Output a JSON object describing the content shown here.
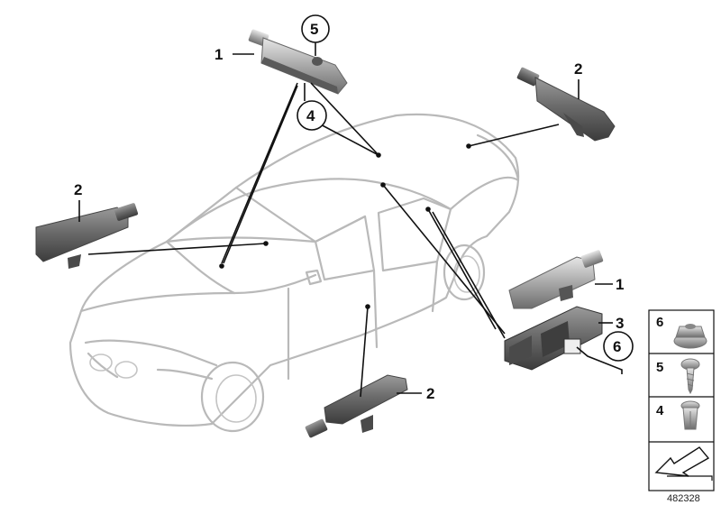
{
  "callouts": {
    "part_1_top": "1",
    "part_1_right": "1",
    "part_2_top_right": "2",
    "part_2_left": "2",
    "part_2_bottom": "2",
    "part_3": "3",
    "part_4": "4",
    "part_5": "5",
    "part_6": "6"
  },
  "legend": [
    {
      "number": "6",
      "icon": "flange-nut-icon"
    },
    {
      "number": "5",
      "icon": "screw-icon"
    },
    {
      "number": "4",
      "icon": "plastic-expanding-rivet-icon"
    }
  ],
  "legend_arrow_icon": "direction-arrow-icon",
  "diagram_ref": "482328",
  "colors": {
    "part_fill": "#5f5f5f",
    "part_light": "#8e8e8e",
    "car_outline": "#b9b9b9",
    "leader": "#111111"
  }
}
